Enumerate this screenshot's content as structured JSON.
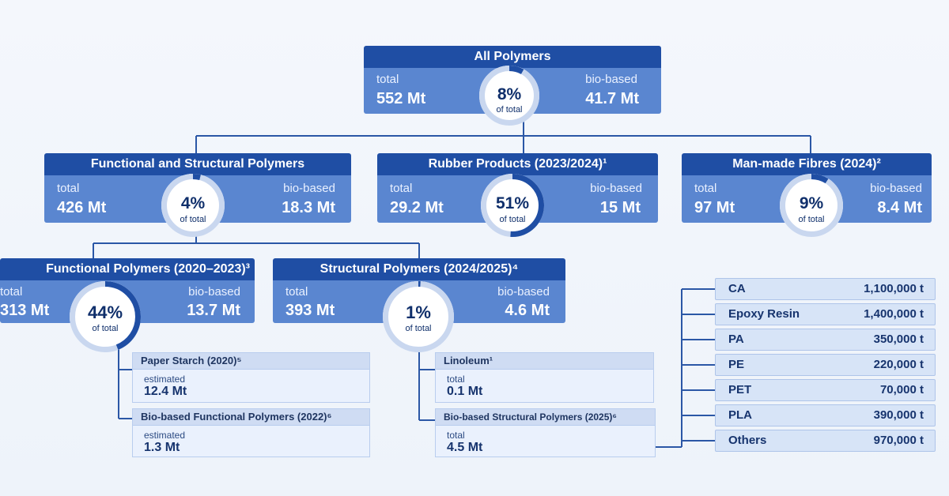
{
  "root": {
    "title": "All Polymers",
    "total_label": "total",
    "total_value": "552 Mt",
    "bio_label": "bio-based",
    "bio_value": "41.7 Mt",
    "share_pct": "8%",
    "share_sub": "of total",
    "share_fraction": 0.08
  },
  "level1": [
    {
      "title": "Functional and Structural Polymers",
      "total_label": "total",
      "total_value": "426 Mt",
      "bio_label": "bio-based",
      "bio_value": "18.3 Mt",
      "share_pct": "4%",
      "share_sub": "of total",
      "share_fraction": 0.04
    },
    {
      "title": "Rubber Products (2023/2024)¹",
      "total_label": "total",
      "total_value": "29.2 Mt",
      "bio_label": "bio-based",
      "bio_value": "15 Mt",
      "share_pct": "51%",
      "share_sub": "of total",
      "share_fraction": 0.51
    },
    {
      "title": "Man-made Fibres (2024)²",
      "total_label": "total",
      "total_value": "97 Mt",
      "bio_label": "bio-based",
      "bio_value": "8.4 Mt",
      "share_pct": "9%",
      "share_sub": "of total",
      "share_fraction": 0.09
    }
  ],
  "level2": [
    {
      "title": "Functional Polymers (2020–2023)³",
      "total_label": "total",
      "total_value": "313 Mt",
      "bio_label": "bio-based",
      "bio_value": "13.7 Mt",
      "share_pct": "44%",
      "share_sub": "of total",
      "share_fraction": 0.44
    },
    {
      "title": "Structural Polymers (2024/2025)⁴",
      "total_label": "total",
      "total_value": "393 Mt",
      "bio_label": "bio-based",
      "bio_value": "4.6 Mt",
      "share_pct": "1%",
      "share_sub": "of total",
      "share_fraction": 0.01
    }
  ],
  "functional_children": [
    {
      "title": "Paper Starch (2020)⁵",
      "label": "estimated",
      "value": "12.4 Mt"
    },
    {
      "title": "Bio-based Functional Polymers (2022)⁶",
      "label": "estimated",
      "value": "1.3 Mt"
    }
  ],
  "structural_children": [
    {
      "title": "Linoleum¹",
      "label": "total",
      "value": "0.1 Mt"
    },
    {
      "title": "Bio-based Structural Polymers (2025)⁶",
      "label": "total",
      "value": "4.5 Mt"
    }
  ],
  "breakdown": [
    {
      "name": "CA",
      "value": "1,100,000 t"
    },
    {
      "name": "Epoxy Resin",
      "value": "1,400,000 t"
    },
    {
      "name": "PA",
      "value": "350,000 t"
    },
    {
      "name": "PE",
      "value": "220,000 t"
    },
    {
      "name": "PET",
      "value": "70,000 t"
    },
    {
      "name": "PLA",
      "value": "390,000 t"
    },
    {
      "name": "Others",
      "value": "970,000 t"
    }
  ],
  "colors": {
    "header": "#1f4ea4",
    "body": "#5a86d0",
    "ring_accent": "#1f4ea4",
    "ring_track": "#c9d7ef",
    "line": "#2b57a6"
  }
}
